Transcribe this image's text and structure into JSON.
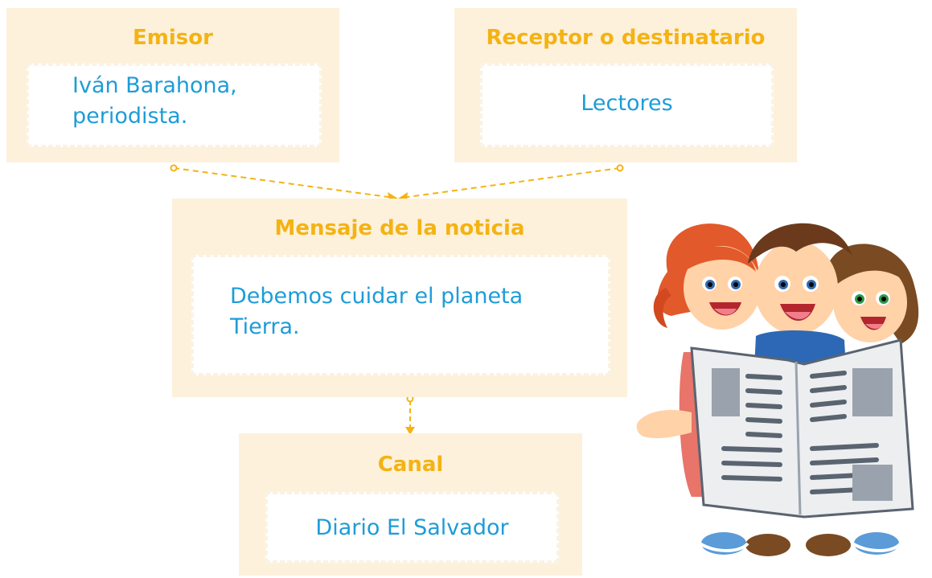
{
  "cards": {
    "emisor": {
      "title": "Emisor",
      "text": "Iván Barahona, periodista."
    },
    "receptor": {
      "title": "Receptor o destinatario",
      "text": "Lectores"
    },
    "mensaje": {
      "title": "Mensaje de la noticia",
      "text": "Debemos cuidar el planeta Tierra."
    },
    "canal": {
      "title": "Canal",
      "text": "Diario El Salvador"
    }
  },
  "colors": {
    "card_background": "#fdf1dc",
    "title": "#f4b313",
    "body_text": "#1e9cd7",
    "connector": "#f4b313"
  },
  "illustration": {
    "icon": "children-reading-newspaper-illustration"
  }
}
